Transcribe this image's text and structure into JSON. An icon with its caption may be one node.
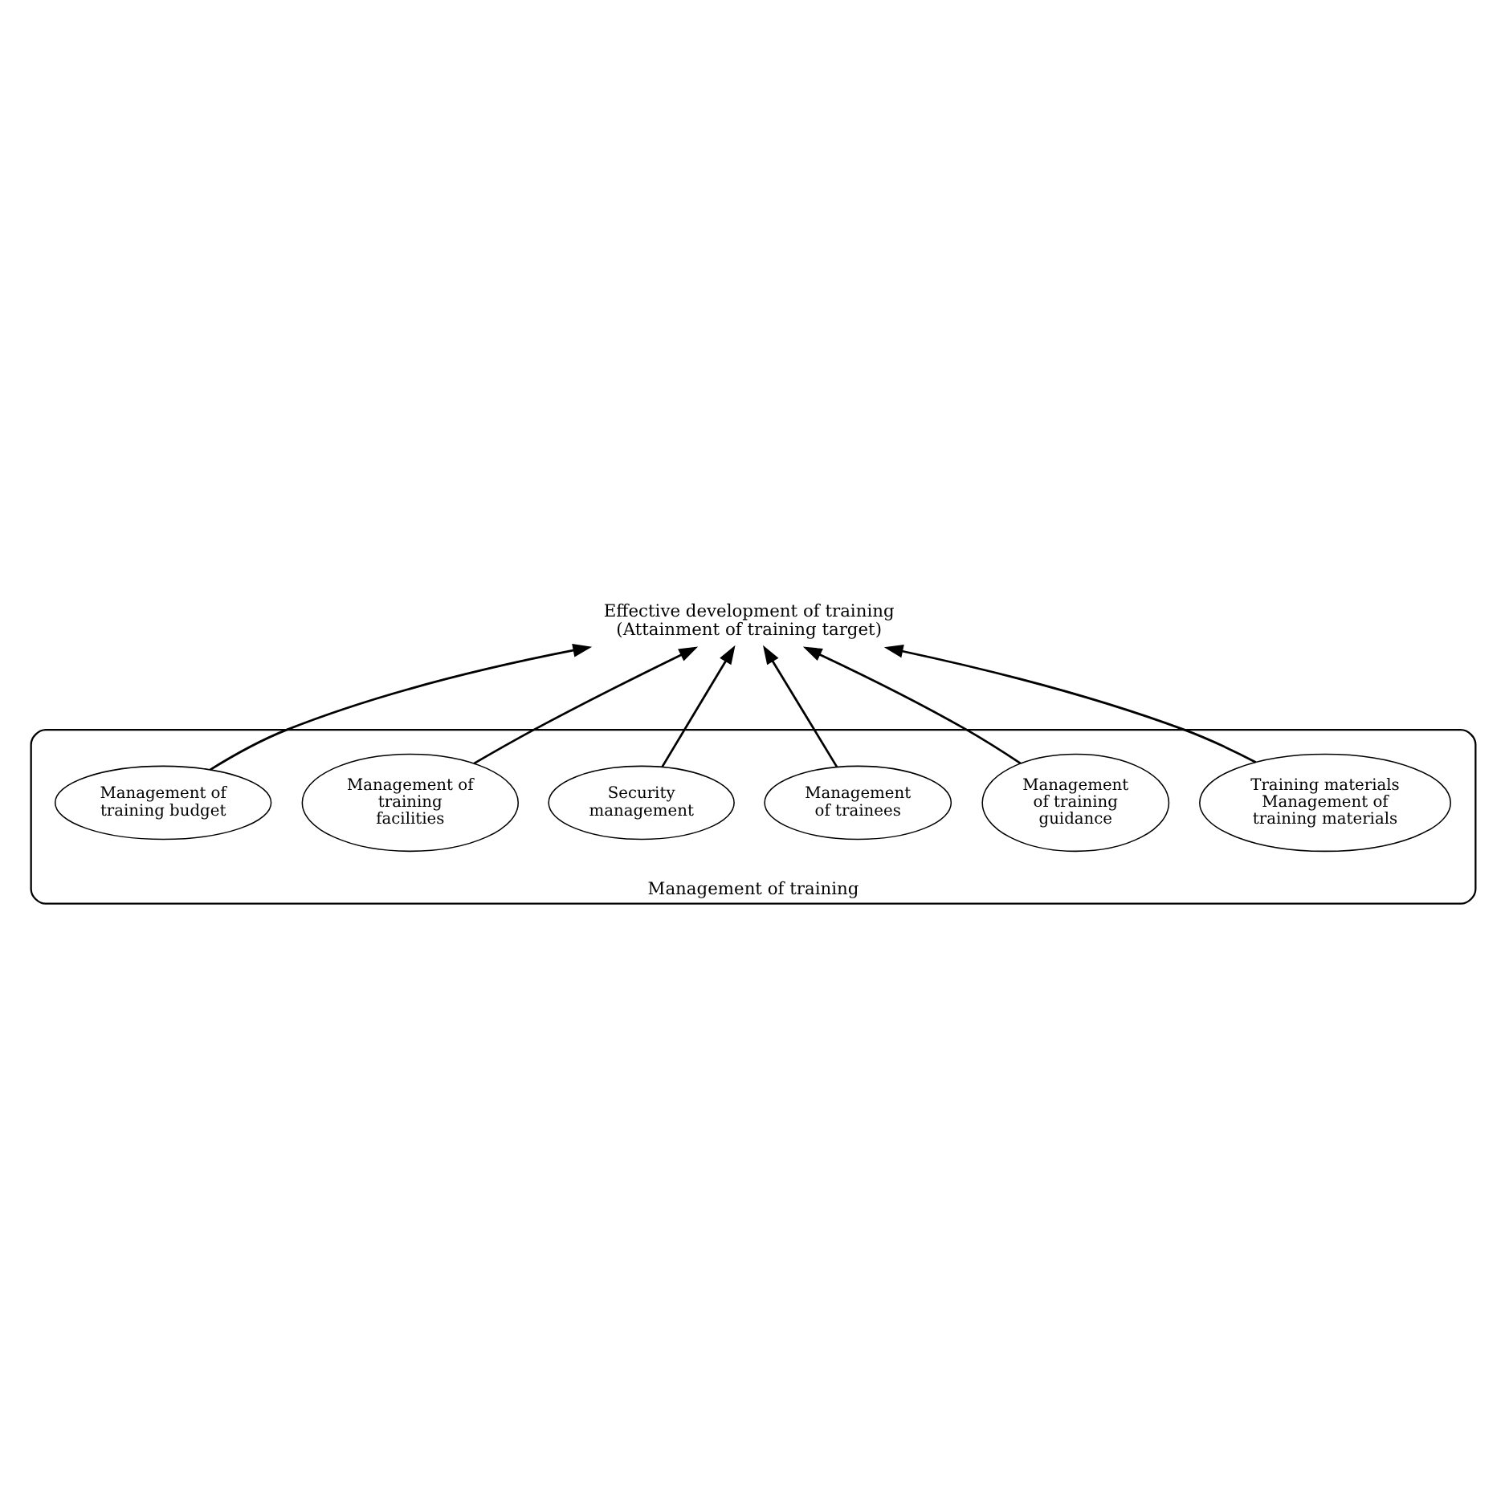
{
  "diagram": {
    "nodes": [
      {
        "text": [
          "Effective development of training",
          "(Attainment of training target)"
        ]
      },
      {
        "text": [
          "Management of training"
        ]
      },
      {
        "text": [
          "Management of training budget"
        ],
        "in": 1
      },
      {
        "text": [
          "Management of training facilities"
        ],
        "in": 1
      },
      {
        "text": [
          "Security management"
        ],
        "in": 1
      },
      {
        "text": [
          "Management of trainees"
        ],
        "in": 1
      },
      {
        "text": [
          "Management of training guidance"
        ],
        "in": 1
      },
      {
        "text": [
          "Training materials",
          "Management of training materials"
        ],
        "in": 1
      }
    ],
    "edges": [
      {
        "from": 2,
        "to": 0,
        "arrow": "to"
      },
      {
        "from": 4,
        "to": 0,
        "arrow": "to"
      },
      {
        "from": 5,
        "to": 0,
        "arrow": "to"
      },
      {
        "from": 6,
        "to": 0,
        "arrow": "to"
      },
      {
        "from": 7,
        "to": 0,
        "arrow": "to"
      },
      {
        "from": 3,
        "to": 0,
        "arrow": "to"
      }
    ]
  }
}
